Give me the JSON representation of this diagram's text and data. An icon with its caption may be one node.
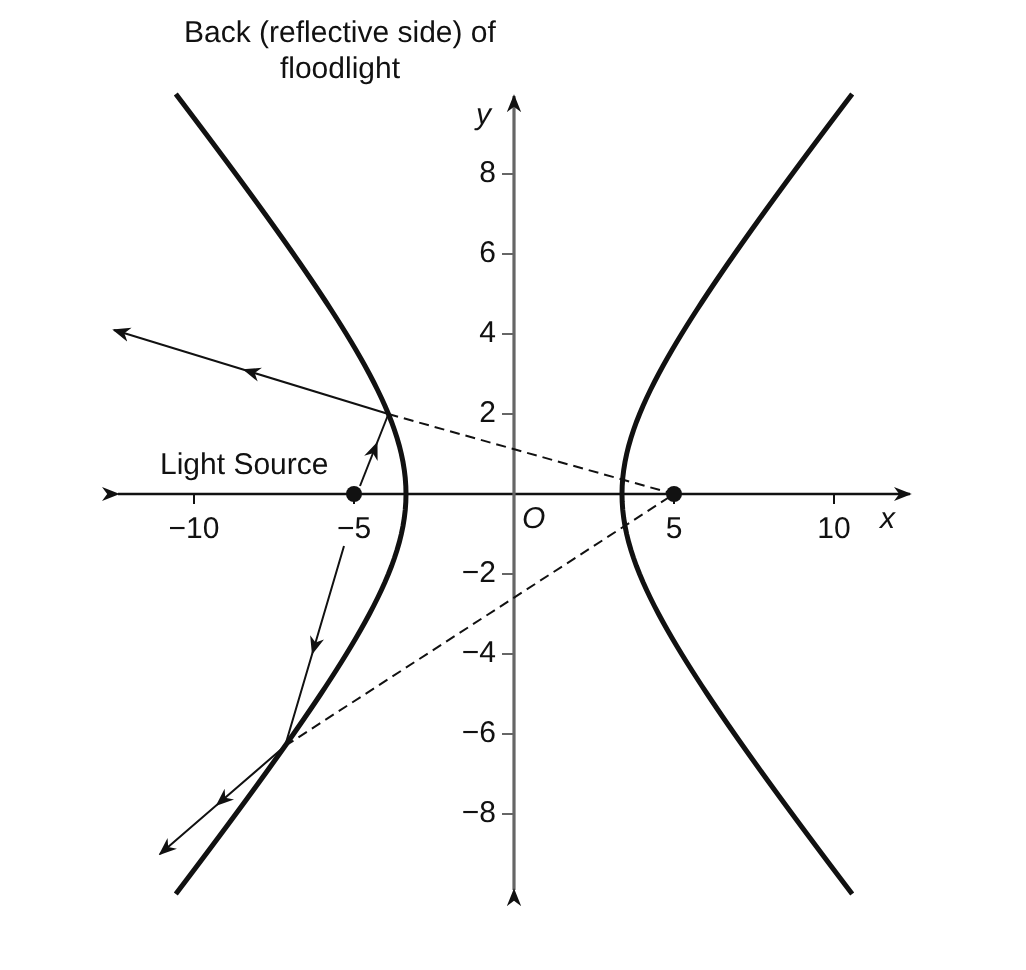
{
  "diagram": {
    "labels": [
      "Back (reflective side) of floodlight",
      "y",
      "8",
      "6",
      "4",
      "2",
      "Light Source",
      "−10",
      "−5",
      "O",
      "5",
      "10",
      "x",
      "−2",
      "−4",
      "−6",
      "−8"
    ]
  }
}
